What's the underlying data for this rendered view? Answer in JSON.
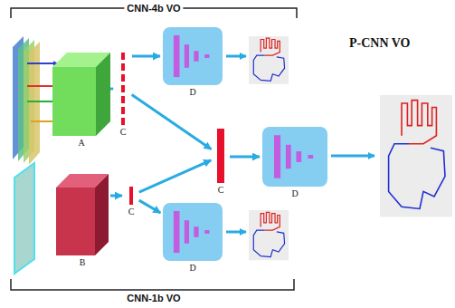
{
  "diagram": {
    "title": "P-CNN VO",
    "nodes": [
      {
        "text": [
          "A"
        ]
      },
      {
        "text": [
          "C"
        ]
      },
      {
        "text": [
          "D"
        ]
      },
      {
        "text": [
          "B"
        ]
      },
      {
        "text": [
          "C"
        ]
      },
      {
        "text": [
          "D"
        ]
      },
      {
        "text": [
          "C"
        ]
      },
      {
        "text": [
          "D"
        ]
      }
    ],
    "edges": [
      {
        "from": 0,
        "to": 1,
        "arrow": "to"
      },
      {
        "from": 1,
        "to": 2,
        "arrow": "to"
      },
      {
        "from": 1,
        "to": 6,
        "arrow": "to"
      },
      {
        "from": 3,
        "to": 4,
        "arrow": "to"
      },
      {
        "from": 4,
        "to": 5,
        "arrow": "to"
      },
      {
        "from": 4,
        "to": 6,
        "arrow": "to"
      },
      {
        "from": 6,
        "to": 7,
        "arrow": "to"
      }
    ],
    "labels": [
      "CNN-4b VO",
      "CNN-1b VO"
    ]
  }
}
